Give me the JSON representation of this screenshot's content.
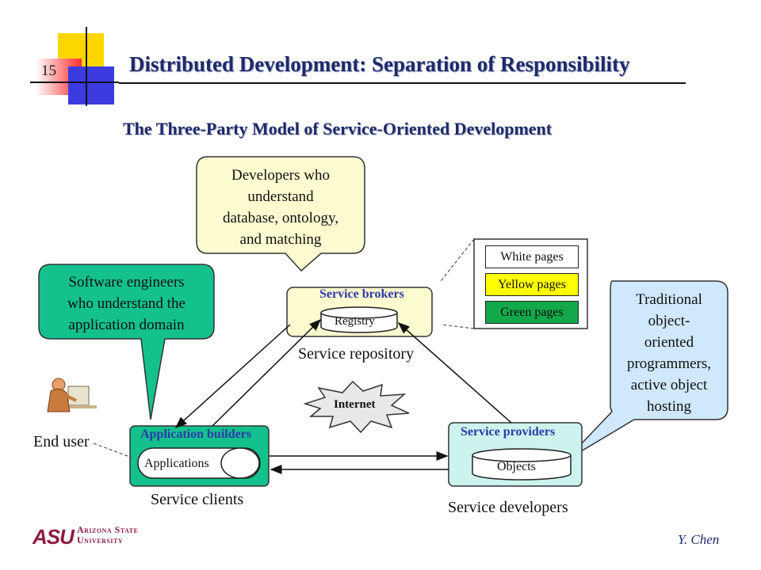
{
  "slide": {
    "number": "15",
    "title": "Distributed Development: Separation of Responsibility",
    "subtitle": "The Three-Party Model of Service-Oriented Development",
    "author": "Y. Chen"
  },
  "logo": {
    "mark": "ASU",
    "line1": "Arizona State",
    "line2": "University"
  },
  "callouts": {
    "brokers_devs": [
      "Developers who",
      "understand",
      "database, ontology,",
      "and matching"
    ],
    "app_engineers": [
      "Software engineers",
      "who understand the",
      "application domain"
    ],
    "oo_programmers": [
      "Traditional",
      "object-",
      "oriented",
      "programmers,",
      "active object",
      "hosting"
    ]
  },
  "brokers": {
    "title": "Service brokers",
    "registry": "Registry",
    "caption": "Service repository"
  },
  "pages": [
    "White pages",
    "Yellow pages",
    "Green pages"
  ],
  "builders": {
    "title": "Application builders",
    "apps": "Applications",
    "caption": "Service clients"
  },
  "providers": {
    "title": "Service providers",
    "objects": "Objects",
    "caption": "Service developers"
  },
  "internet": "Internet",
  "end_user": "End user",
  "colors": {
    "title_navy": "#1f2a6b",
    "box_title_blue": "#2e3aa8",
    "callout_yellow": "#fdfbd0",
    "callout_green": "#14c18c",
    "callout_blue": "#cfe8fb",
    "brokers_fill": "#fdfbd0",
    "builders_fill": "#14c18c",
    "providers_fill": "#cdf3ee",
    "yellow_page": "#ffff00",
    "green_page": "#13a84a",
    "asu_maroon": "#8c1d40"
  }
}
